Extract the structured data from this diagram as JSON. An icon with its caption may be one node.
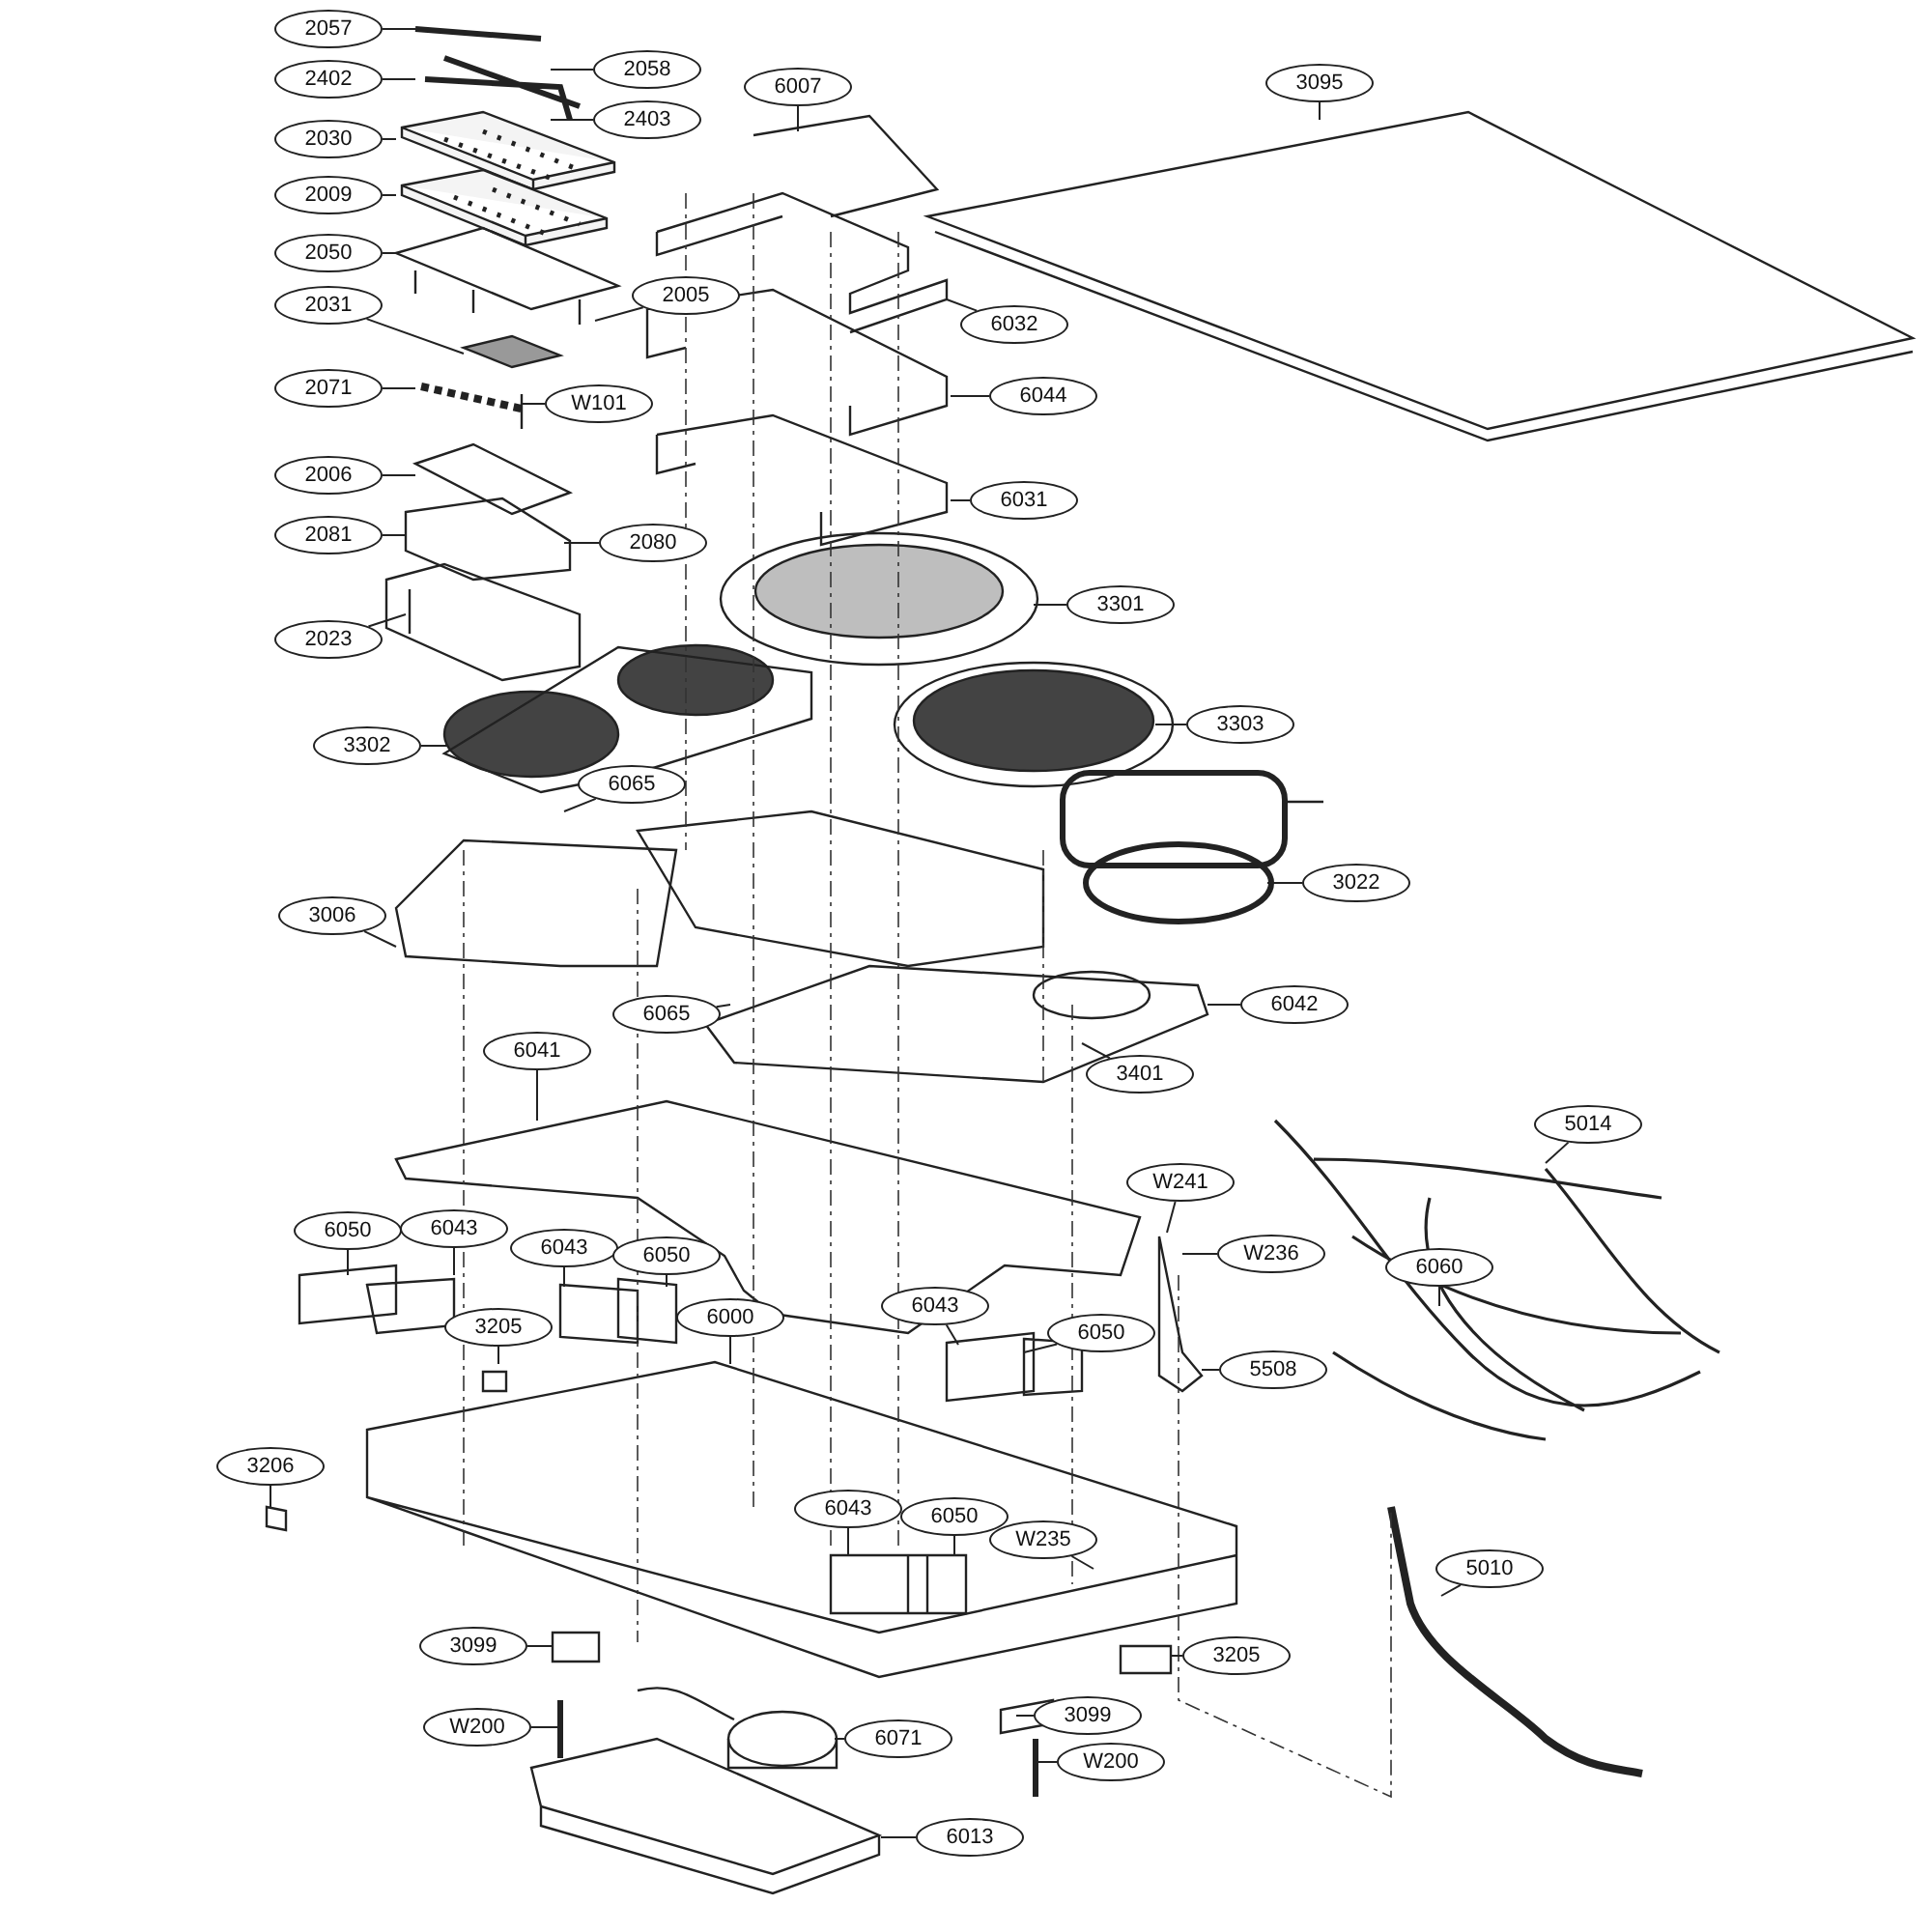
{
  "diagram": {
    "nodes": [
      {
        "text": [
          "2057"
        ]
      },
      {
        "text": [
          "2402"
        ]
      },
      {
        "text": [
          "2058"
        ]
      },
      {
        "text": [
          "2403"
        ]
      },
      {
        "text": [
          "2030"
        ]
      },
      {
        "text": [
          "2009"
        ]
      },
      {
        "text": [
          "2050"
        ]
      },
      {
        "text": [
          "2005"
        ]
      },
      {
        "text": [
          "2031"
        ]
      },
      {
        "text": [
          "2071"
        ]
      },
      {
        "text": [
          "W101"
        ]
      },
      {
        "text": [
          "2006"
        ]
      },
      {
        "text": [
          "2081"
        ]
      },
      {
        "text": [
          "2080"
        ]
      },
      {
        "text": [
          "2023"
        ]
      },
      {
        "text": [
          "3302"
        ]
      },
      {
        "text": [
          "6065"
        ]
      },
      {
        "text": [
          "6007"
        ]
      },
      {
        "text": [
          "3095"
        ]
      },
      {
        "text": [
          "6032"
        ]
      },
      {
        "text": [
          "6044"
        ]
      },
      {
        "text": [
          "6031"
        ]
      },
      {
        "text": [
          "3301"
        ]
      },
      {
        "text": [
          "3303"
        ]
      },
      {
        "text": [
          "3022"
        ]
      },
      {
        "text": [
          "6042"
        ]
      },
      {
        "text": [
          "3401"
        ]
      },
      {
        "text": [
          "3006"
        ]
      },
      {
        "text": [
          "6065"
        ]
      },
      {
        "text": [
          "6041"
        ]
      },
      {
        "text": [
          "6050"
        ]
      },
      {
        "text": [
          "6043"
        ]
      },
      {
        "text": [
          "6043"
        ]
      },
      {
        "text": [
          "6050"
        ]
      },
      {
        "text": [
          "3205"
        ]
      },
      {
        "text": [
          "6000"
        ]
      },
      {
        "text": [
          "6043"
        ]
      },
      {
        "text": [
          "6050"
        ]
      },
      {
        "text": [
          "W241"
        ]
      },
      {
        "text": [
          "W236"
        ]
      },
      {
        "text": [
          "5508"
        ]
      },
      {
        "text": [
          "5014"
        ]
      },
      {
        "text": [
          "6060"
        ]
      },
      {
        "text": [
          "3206"
        ]
      },
      {
        "text": [
          "6043"
        ]
      },
      {
        "text": [
          "6050"
        ]
      },
      {
        "text": [
          "W235"
        ]
      },
      {
        "text": [
          "5010"
        ]
      },
      {
        "text": [
          "3099"
        ]
      },
      {
        "text": [
          "3205"
        ]
      },
      {
        "text": [
          "W200"
        ]
      },
      {
        "text": [
          "3099"
        ]
      },
      {
        "text": [
          "6071"
        ]
      },
      {
        "text": [
          "W200"
        ]
      },
      {
        "text": [
          "6013"
        ]
      }
    ],
    "edges": [
      {
        "from": 0,
        "to": null,
        "arrow": "none"
      },
      {
        "from": 1,
        "to": null,
        "arrow": "none"
      },
      {
        "from": 2,
        "to": null,
        "arrow": "none"
      },
      {
        "from": 3,
        "to": null,
        "arrow": "none"
      },
      {
        "from": 4,
        "to": null,
        "arrow": "none"
      },
      {
        "from": 5,
        "to": null,
        "arrow": "none"
      },
      {
        "from": 6,
        "to": null,
        "arrow": "none"
      },
      {
        "from": 7,
        "to": null,
        "arrow": "none"
      },
      {
        "from": 8,
        "to": null,
        "arrow": "none"
      },
      {
        "from": 9,
        "to": null,
        "arrow": "none"
      },
      {
        "from": 10,
        "to": null,
        "arrow": "none"
      },
      {
        "from": 11,
        "to": null,
        "arrow": "none"
      },
      {
        "from": 12,
        "to": null,
        "arrow": "none"
      },
      {
        "from": 13,
        "to": null,
        "arrow": "none"
      },
      {
        "from": 14,
        "to": null,
        "arrow": "none"
      },
      {
        "from": 15,
        "to": null,
        "arrow": "none"
      },
      {
        "from": 16,
        "to": null,
        "arrow": "none"
      },
      {
        "from": 17,
        "to": null,
        "arrow": "none"
      },
      {
        "from": 18,
        "to": null,
        "arrow": "none"
      },
      {
        "from": 19,
        "to": null,
        "arrow": "none"
      },
      {
        "from": 20,
        "to": null,
        "arrow": "none"
      },
      {
        "from": 21,
        "to": null,
        "arrow": "none"
      },
      {
        "from": 22,
        "to": null,
        "arrow": "none"
      },
      {
        "from": 23,
        "to": null,
        "arrow": "none"
      },
      {
        "from": 24,
        "to": null,
        "arrow": "none"
      },
      {
        "from": 25,
        "to": null,
        "arrow": "none"
      },
      {
        "from": 26,
        "to": null,
        "arrow": "none"
      },
      {
        "from": 27,
        "to": null,
        "arrow": "none"
      },
      {
        "from": 28,
        "to": null,
        "arrow": "none"
      },
      {
        "from": 29,
        "to": null,
        "arrow": "none"
      },
      {
        "from": 30,
        "to": null,
        "arrow": "none"
      },
      {
        "from": 31,
        "to": null,
        "arrow": "none"
      },
      {
        "from": 32,
        "to": null,
        "arrow": "none"
      },
      {
        "from": 33,
        "to": null,
        "arrow": "none"
      },
      {
        "from": 34,
        "to": null,
        "arrow": "none"
      },
      {
        "from": 35,
        "to": null,
        "arrow": "none"
      },
      {
        "from": 36,
        "to": null,
        "arrow": "none"
      },
      {
        "from": 37,
        "to": null,
        "arrow": "none"
      },
      {
        "from": 38,
        "to": null,
        "arrow": "none"
      },
      {
        "from": 39,
        "to": null,
        "arrow": "none"
      },
      {
        "from": 40,
        "to": null,
        "arrow": "none"
      },
      {
        "from": 41,
        "to": null,
        "arrow": "none"
      },
      {
        "from": 42,
        "to": null,
        "arrow": "none"
      },
      {
        "from": 43,
        "to": null,
        "arrow": "none"
      },
      {
        "from": 44,
        "to": null,
        "arrow": "none"
      },
      {
        "from": 45,
        "to": null,
        "arrow": "none"
      },
      {
        "from": 46,
        "to": null,
        "arrow": "none"
      },
      {
        "from": 47,
        "to": null,
        "arrow": "none"
      },
      {
        "from": 48,
        "to": null,
        "arrow": "none"
      },
      {
        "from": 49,
        "to": null,
        "arrow": "none"
      },
      {
        "from": 50,
        "to": null,
        "arrow": "none"
      },
      {
        "from": 51,
        "to": null,
        "arrow": "none"
      },
      {
        "from": 52,
        "to": null,
        "arrow": "none"
      },
      {
        "from": 53,
        "to": null,
        "arrow": "none"
      },
      {
        "from": 54,
        "to": null,
        "arrow": "none"
      }
    ]
  }
}
